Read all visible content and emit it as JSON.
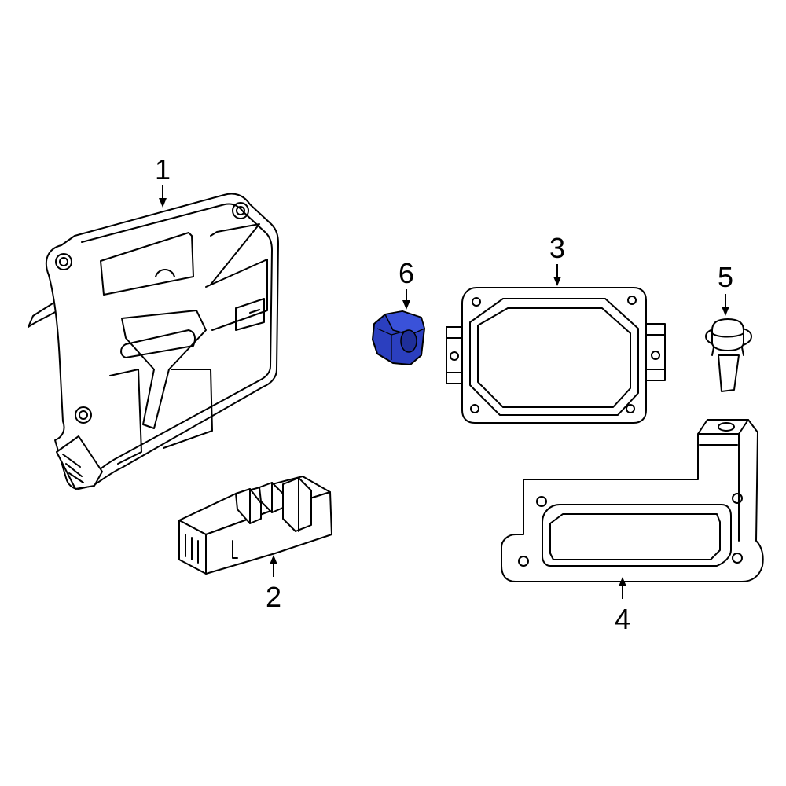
{
  "diagram": {
    "highlight_color": "#2b3fbf",
    "line_color": "#000000",
    "background": "#ffffff",
    "callouts": [
      {
        "id": "1",
        "label": "1",
        "part": "control-module-with-bracket"
      },
      {
        "id": "2",
        "label": "2",
        "part": "connector-module"
      },
      {
        "id": "3",
        "label": "3",
        "part": "control-module"
      },
      {
        "id": "4",
        "label": "4",
        "part": "mounting-bracket"
      },
      {
        "id": "5",
        "label": "5",
        "part": "push-pin-fastener"
      },
      {
        "id": "6",
        "label": "6",
        "part": "nut",
        "highlighted": true
      }
    ]
  }
}
